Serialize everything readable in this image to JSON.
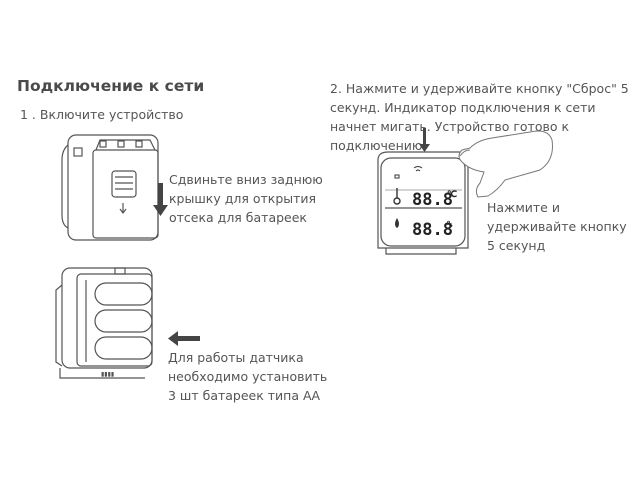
{
  "heading": "Подключение к сети",
  "step1": {
    "text": "1 . Включите устройство",
    "cover_caption": "Сдвиньте вниз заднюю крышку для открытия отсека для батареек",
    "battery_caption": "Для работы датчика необходимо установить 3 шт батареек типа АА"
  },
  "step2": {
    "text": "2. Нажмите и удерживайте кнопку \"Сброс\" 5 секунд. Индикатор подключения к сети начнет мигать. Устройство готово к подключению",
    "press_caption": "Нажмите и удерживайте кнопку 5 секунд"
  },
  "device": {
    "temp_reading": "88.8",
    "temp_unit": "℃",
    "humidity_reading": "88.8",
    "humidity_unit": "%"
  },
  "icons": [
    "arrow-down-icon",
    "arrow-left-icon",
    "thermometer-icon",
    "droplet-icon",
    "wifi-icon",
    "hand-icon"
  ]
}
